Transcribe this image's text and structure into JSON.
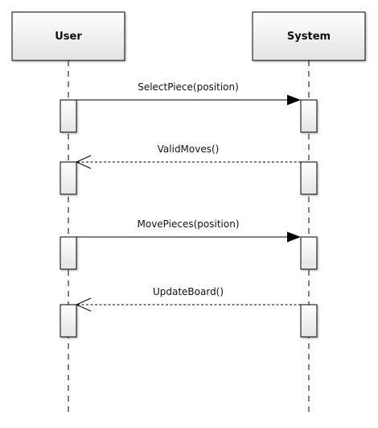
{
  "diagram": {
    "type": "sequence",
    "participants": [
      {
        "id": "user",
        "label": "User"
      },
      {
        "id": "system",
        "label": "System"
      }
    ],
    "messages": [
      {
        "label": "SelectPiece(position)",
        "from": "user",
        "to": "system",
        "kind": "call"
      },
      {
        "label": "ValidMoves()",
        "from": "system",
        "to": "user",
        "kind": "return"
      },
      {
        "label": "MovePieces(position)",
        "from": "user",
        "to": "system",
        "kind": "call"
      },
      {
        "label": "UpdateBoard()",
        "from": "system",
        "to": "user",
        "kind": "return"
      }
    ]
  },
  "colors": {
    "header_top": "#ffffff",
    "header_bottom": "#e2e2e2",
    "activation_top": "#ffffff",
    "activation_bottom": "#e4e4e4",
    "stroke": "#000000"
  }
}
